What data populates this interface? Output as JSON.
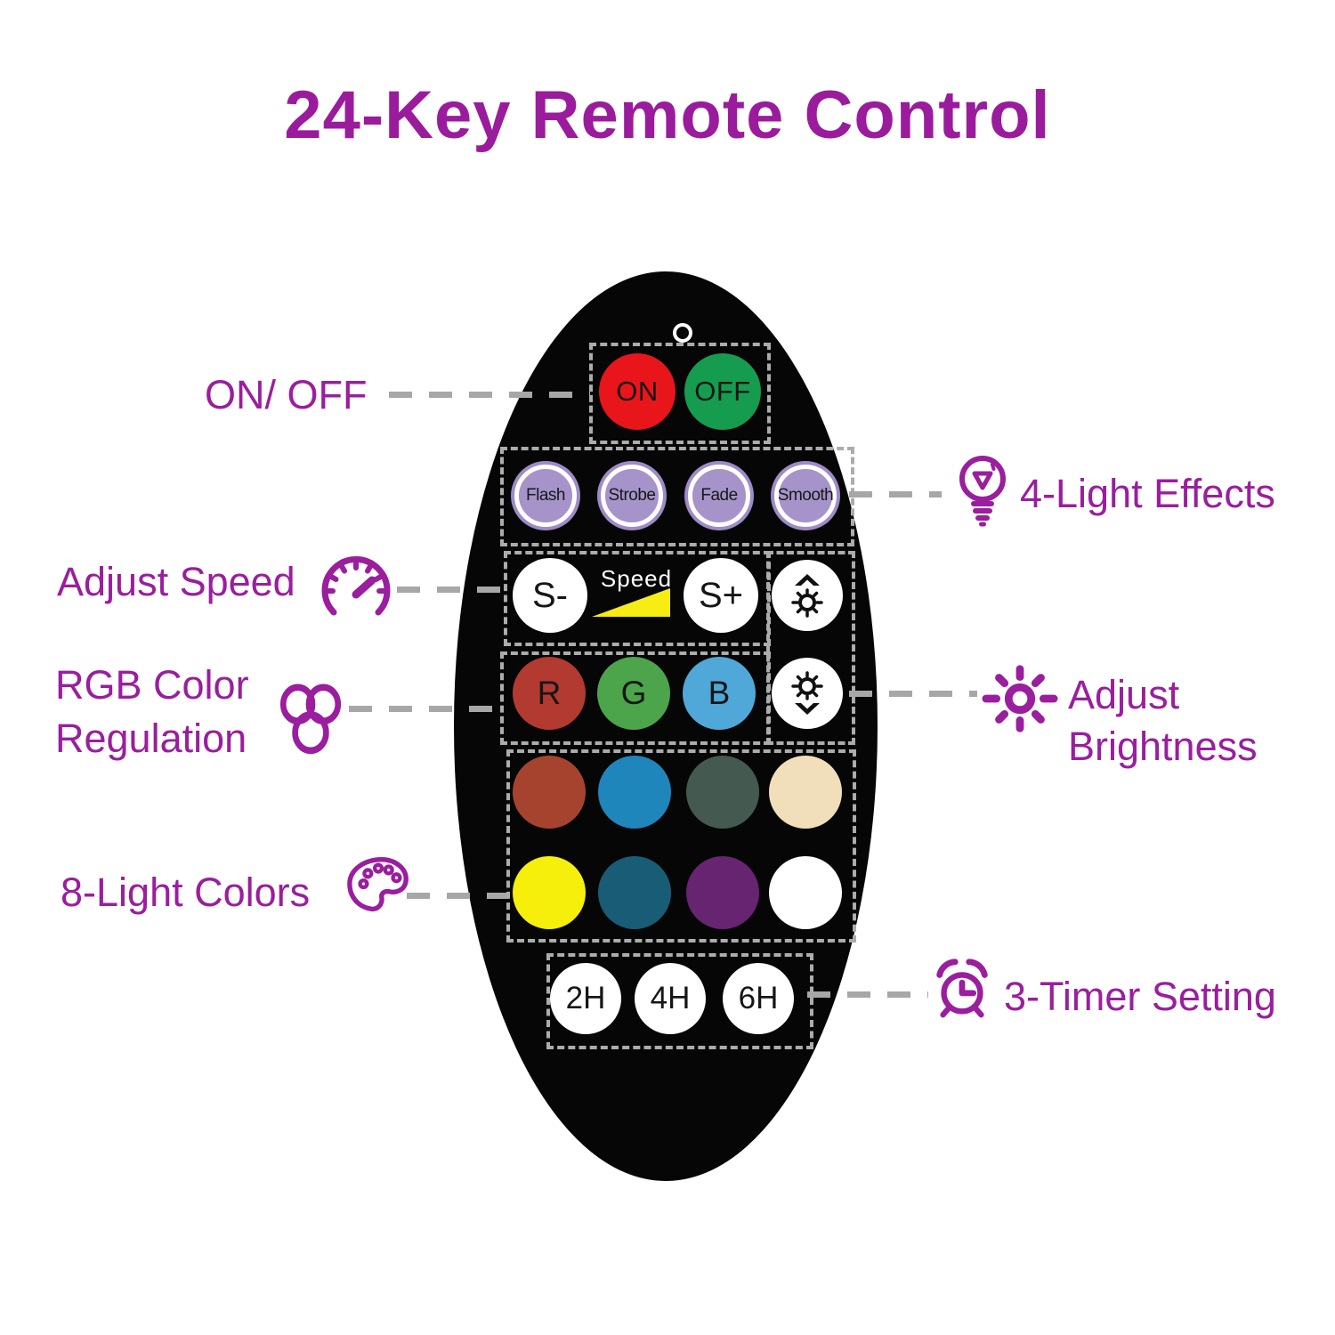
{
  "title": "24-Key Remote Control",
  "colors": {
    "title_text": "#9A1C9D",
    "label_text": "#9A1E9E",
    "remote_body": "#060606",
    "dashed_outline": "#ACACAC",
    "callout_line": "#A7A7A7",
    "effect_button": "#A693CA",
    "effect_button_ring": "#9E8AC7",
    "speed_triangle": "#F7EC13"
  },
  "remote": {
    "power": [
      {
        "label": "ON",
        "color": "#E8151B"
      },
      {
        "label": "OFF",
        "color": "#169C4F"
      }
    ],
    "effects": [
      "Flash",
      "Strobe",
      "Fade",
      "Smooth"
    ],
    "speed": {
      "minus": "S-",
      "label": "Speed",
      "plus": "S+"
    },
    "rgb": [
      {
        "label": "R",
        "color": "#B23A31"
      },
      {
        "label": "G",
        "color": "#4CA54A"
      },
      {
        "label": "B",
        "color": "#4FA8D8"
      }
    ],
    "light_colors": [
      "#A6432F",
      "#1E86BB",
      "#44594F",
      "#F1DFBB",
      "#F6EE0B",
      "#195C75",
      "#672471",
      "#FFFFFF"
    ],
    "timers": [
      "2H",
      "4H",
      "6H"
    ]
  },
  "callouts": [
    {
      "id": "on-off",
      "label": "ON/ OFF"
    },
    {
      "id": "light-effects",
      "label": "4-Light Effects",
      "icon": "bulb-icon"
    },
    {
      "id": "adjust-speed",
      "label": "Adjust Speed",
      "icon": "gauge-icon"
    },
    {
      "id": "rgb-regulation",
      "lines": [
        "RGB Color",
        "Regulation"
      ],
      "icon": "rgb-venn-icon"
    },
    {
      "id": "adjust-brightness",
      "lines": [
        "Adjust",
        "Brightness"
      ],
      "icon": "sun-icon"
    },
    {
      "id": "light-colors",
      "label": "8-Light Colors",
      "icon": "palette-icon"
    },
    {
      "id": "timer-setting",
      "label": "3-Timer Setting",
      "icon": "alarm-clock-icon"
    }
  ]
}
